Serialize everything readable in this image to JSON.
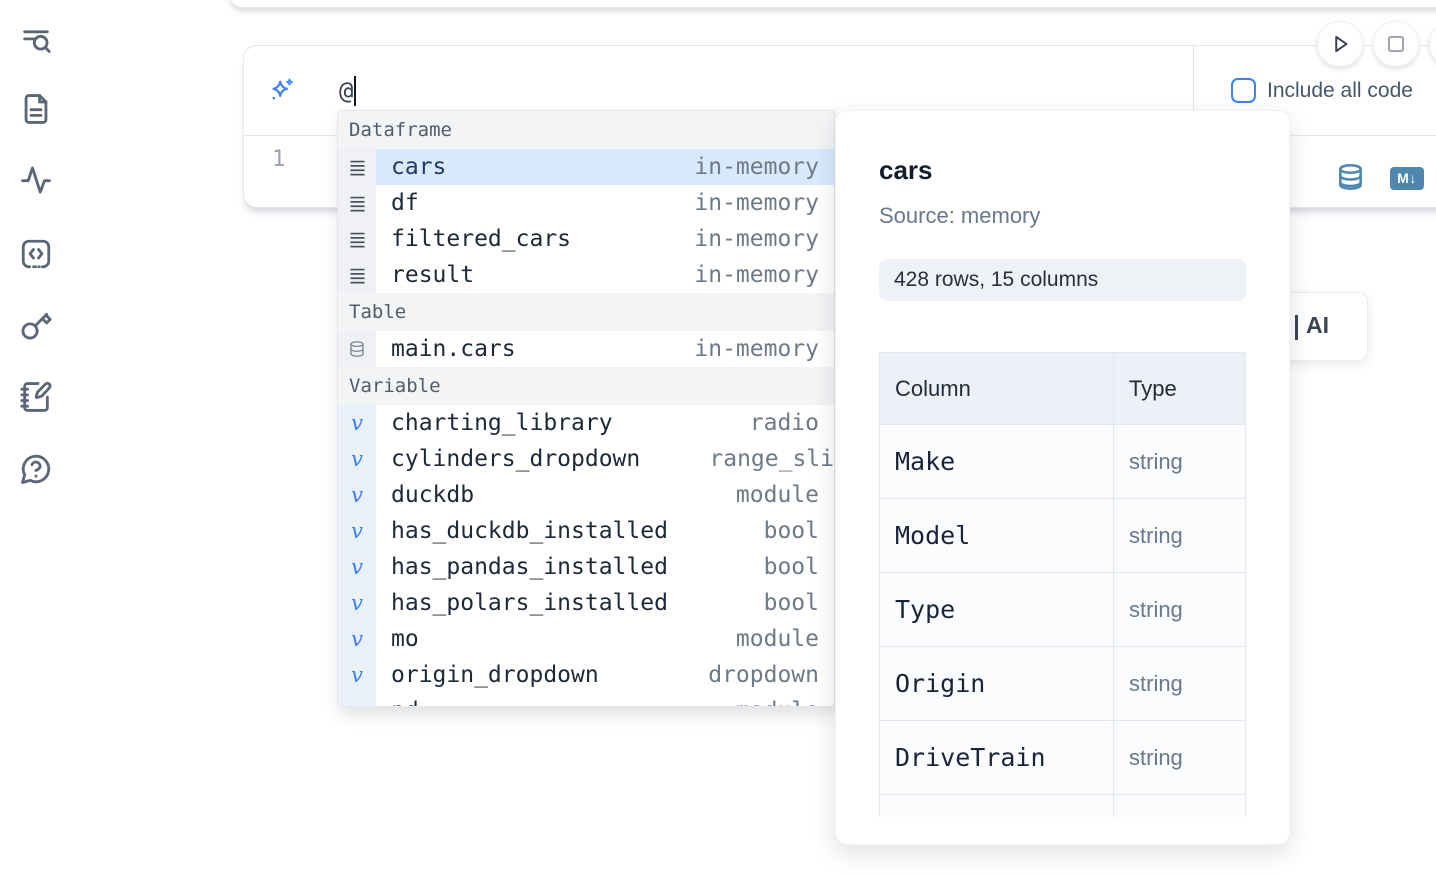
{
  "sidebar": {
    "icons": [
      "table-of-contents-search",
      "documentation-file",
      "activity",
      "code-snippets",
      "secrets-key",
      "scratchpad-notebook",
      "help-chat"
    ]
  },
  "toolbar": {
    "icons": [
      "run-play",
      "stop-square"
    ]
  },
  "cell": {
    "line_number": "1",
    "ai_input_value": "@",
    "include_all_code_label": "Include all code",
    "include_all_code_checked": false,
    "action_icons": [
      "datasource-database",
      "markdown"
    ],
    "markdown_badge_label": "M↓"
  },
  "completion": {
    "groups": [
      {
        "label": "Dataframe",
        "kind": "dataframe",
        "items": [
          {
            "name": "cars",
            "type": "in-memory",
            "selected": true
          },
          {
            "name": "df",
            "type": "in-memory"
          },
          {
            "name": "filtered_cars",
            "type": "in-memory"
          },
          {
            "name": "result",
            "type": "in-memory"
          }
        ]
      },
      {
        "label": "Table",
        "kind": "table",
        "items": [
          {
            "name": "main.cars",
            "type": "in-memory"
          }
        ]
      },
      {
        "label": "Variable",
        "kind": "variable",
        "items": [
          {
            "name": "charting_library",
            "type": "radio"
          },
          {
            "name": "cylinders_dropdown",
            "type": "range_sli",
            "clipped": true
          },
          {
            "name": "duckdb",
            "type": "module"
          },
          {
            "name": "has_duckdb_installed",
            "type": "bool"
          },
          {
            "name": "has_pandas_installed",
            "type": "bool"
          },
          {
            "name": "has_polars_installed",
            "type": "bool"
          },
          {
            "name": "mo",
            "type": "module"
          },
          {
            "name": "origin_dropdown",
            "type": "dropdown"
          },
          {
            "name": "pd",
            "type": "module",
            "partial": true
          }
        ]
      }
    ]
  },
  "preview_panel": {
    "title": "cars",
    "source_label": "Source: memory",
    "shape_badge": "428 rows, 15 columns",
    "table": {
      "headers": [
        "Column",
        "Type"
      ],
      "rows": [
        {
          "column": "Make",
          "type": "string"
        },
        {
          "column": "Model",
          "type": "string"
        },
        {
          "column": "Type",
          "type": "string"
        },
        {
          "column": "Origin",
          "type": "string"
        },
        {
          "column": "DriveTrain",
          "type": "string"
        },
        {
          "column": "",
          "type": ""
        }
      ]
    }
  },
  "partial_ai_button": {
    "visible_text": "AI"
  },
  "colors": {
    "accent_blue": "#3b82f6",
    "steel_blue": "#4e86ad",
    "selected_row": "#d9eafc",
    "group_header_bg": "#f3f4f6",
    "badge_bg": "#eef1f6",
    "table_header_bg": "#edf1f7",
    "border": "#e4e7eb",
    "icon_slate": "#5a6779"
  }
}
